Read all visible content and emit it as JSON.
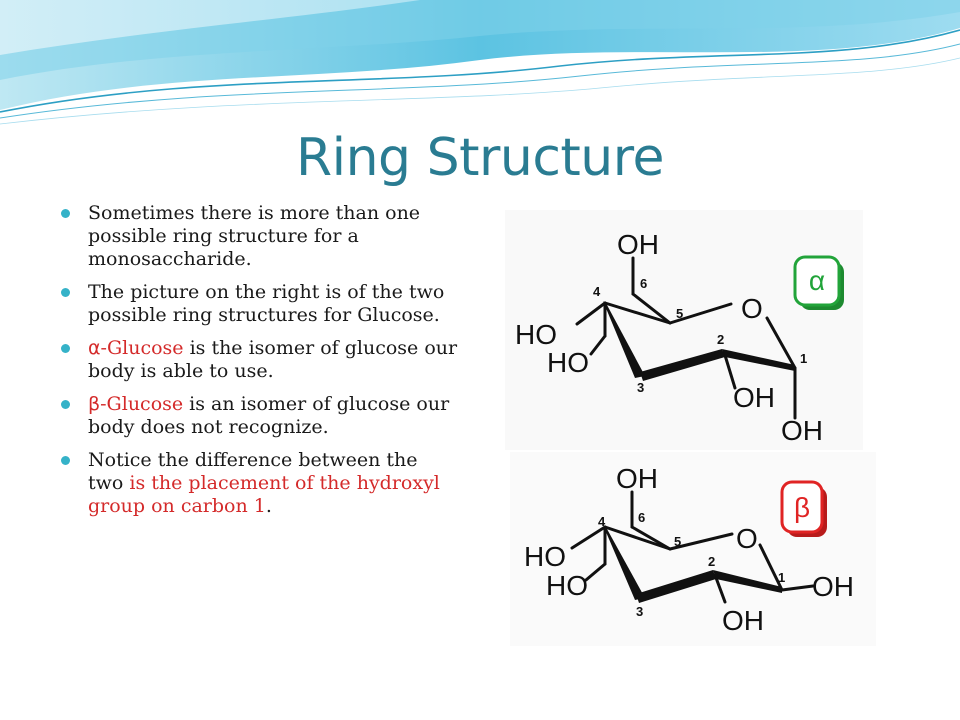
{
  "slide": {
    "title": "Ring Structure",
    "bullets": [
      {
        "plain": "Sometimes there is more than one possible ring structure for a monosaccharide."
      },
      {
        "plain": "The picture on the right is of the two possible ring structures for Glucose."
      },
      {
        "greek": "α",
        "red": "-Glucose",
        "rest": " is the isomer of glucose our body is able to use."
      },
      {
        "greek": "β",
        "red": "-Glucose",
        "rest": " is an isomer of glucose our body does not recognize."
      },
      {
        "lead": "Notice the difference between the two ",
        "red": "is the placement of the hydroxyl group on carbon 1",
        "tail": "."
      }
    ]
  },
  "alpha": {
    "badge": "α",
    "oh_top": "OH",
    "ho_left": "HO",
    "ho_lower": "HO",
    "oh_c2": "OH",
    "oh_c1": "OH",
    "ring_o": "O",
    "c1": "1",
    "c2": "2",
    "c3": "3",
    "c4": "4",
    "c5": "5",
    "c6": "6"
  },
  "beta": {
    "badge": "β",
    "oh_top": "OH",
    "ho_left": "HO",
    "ho_lower": "HO",
    "oh_c2": "OH",
    "oh_c1": "OH",
    "ring_o": "O",
    "c1": "1",
    "c2": "2",
    "c3": "3",
    "c4": "4",
    "c5": "5",
    "c6": "6"
  },
  "colors": {
    "title": "#2a7c92",
    "bullet": "#35b2c8",
    "highlight": "#d42a2a",
    "alpha_badge": "#22a43a",
    "beta_badge": "#e02424"
  }
}
